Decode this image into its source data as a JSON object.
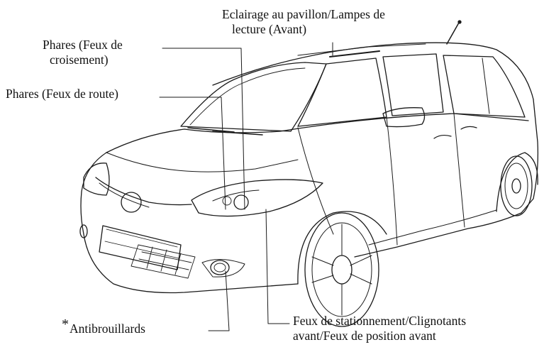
{
  "labels": {
    "roof_lamp_line1": "Eclairage au pavillon/Lampes de",
    "roof_lamp_line2": "lecture (Avant)",
    "low_beam_line1": "Phares (Feux de",
    "low_beam_line2": "croisement)",
    "high_beam": "Phares (Feux de route)",
    "fog_marker": "*",
    "fog_lights": "Antibrouillards",
    "parking_line1": "Feux de stationnement/Clignotants",
    "parking_line2": "avant/Feux de position avant"
  },
  "colors": {
    "line": "#1a1a1a",
    "text": "#111111"
  }
}
